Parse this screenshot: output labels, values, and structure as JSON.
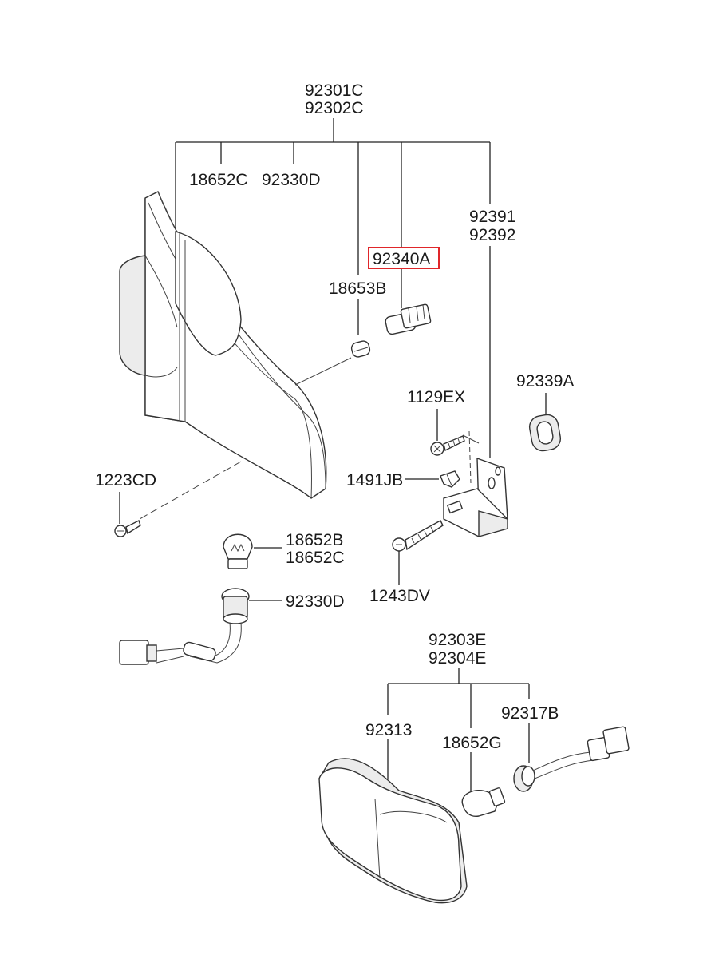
{
  "labels": {
    "rear_lamp_lh": "92301C",
    "rear_lamp_rh": "92302C",
    "bulb_top": "18652C",
    "socket_top": "92330D",
    "bracket_lh": "92391",
    "bracket_rh": "92392",
    "holder_highlighted": "92340A",
    "wedge_bulb": "18653B",
    "grommet": "92339A",
    "screw_1129": "1129EX",
    "clip": "1491JB",
    "screw_1223": "1223CD",
    "bulb_b": "18652B",
    "bulb_c": "18652C",
    "socket_harness": "92330D",
    "screw_1243": "1243DV",
    "side_lamp_lh": "92303E",
    "side_lamp_rh": "92304E",
    "lens": "92313",
    "bulb_g": "18652G",
    "socket_side": "92317B"
  },
  "colors": {
    "highlight": "#e0262a",
    "line": "#222222"
  }
}
